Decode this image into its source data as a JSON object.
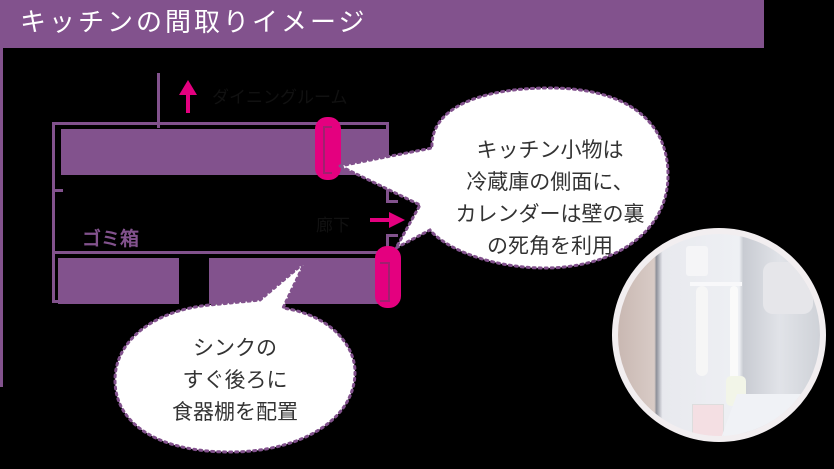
{
  "header": {
    "title": "キッチンの間取りイメージ"
  },
  "floorplan": {
    "labels": {
      "dining_room": "ダイニングルーム",
      "hallway": "廊下",
      "trash_bin": "ゴミ箱"
    }
  },
  "callouts": {
    "fridge_side": {
      "lines": [
        "キッチン小物は",
        "冷蔵庫の側面に、",
        "カレンダーは壁の裏",
        "の死角を利用"
      ]
    },
    "sink_back": {
      "lines": [
        "シンクの",
        "すぐ後ろに",
        "食器棚を配置"
      ]
    }
  },
  "photo": {
    "alt": "冷蔵庫側面のキッチン小物収納写真"
  },
  "colors": {
    "brand_purple": "#82528d",
    "accent_magenta": "#e4007f",
    "background": "#000000"
  }
}
